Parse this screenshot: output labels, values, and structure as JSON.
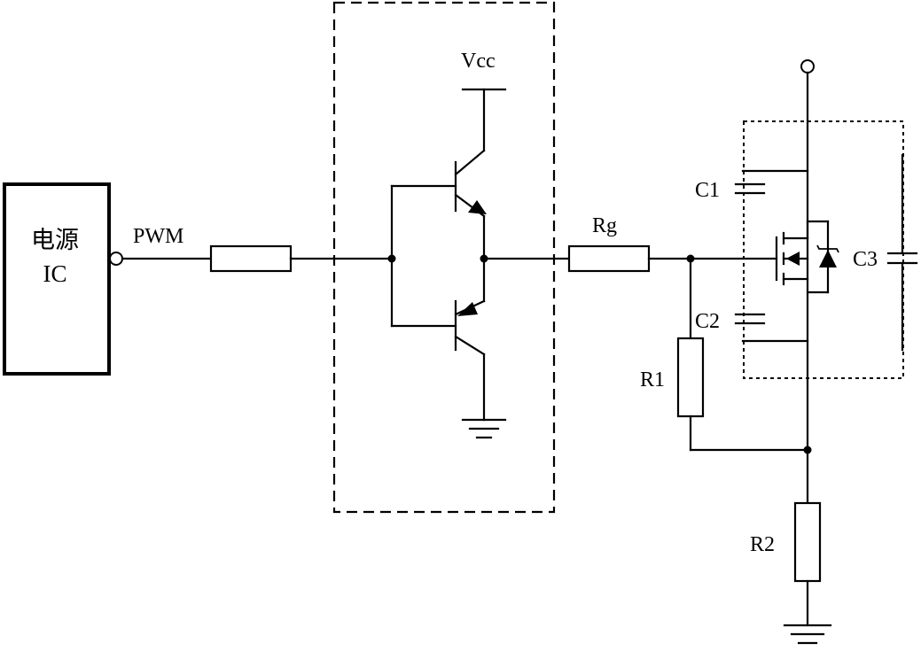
{
  "labels": {
    "ic_line1": "电源",
    "ic_line2": "IC",
    "pwm": "PWM",
    "vcc": "Vcc",
    "rg": "Rg",
    "c1": "C1",
    "c2": "C2",
    "c3": "C3",
    "r1": "R1",
    "r2": "R2"
  }
}
